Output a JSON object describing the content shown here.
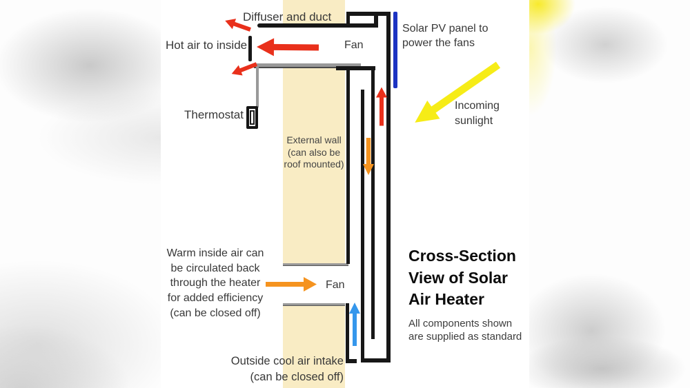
{
  "diagram": {
    "title_lines": [
      "Cross-Section",
      "View of Solar",
      "Air Heater"
    ],
    "subtitle_lines": [
      "All components shown",
      "are supplied as standard"
    ],
    "labels": {
      "diffuser": "Diffuser and duct",
      "hot_air": "Hot air to inside",
      "fan_top": "Fan",
      "solar_pv_lines": [
        "Solar PV panel to",
        "power the fans"
      ],
      "sunlight_lines": [
        "Incoming",
        "sunlight"
      ],
      "thermostat": "Thermostat",
      "external_wall_lines": [
        "External wall",
        "(can also be",
        "roof mounted)"
      ],
      "warm_air_lines": [
        "Warm inside air can",
        "be circulated back",
        "through the heater",
        "for added efficiency",
        "(can be closed off)"
      ],
      "fan_bottom": "Fan",
      "intake_lines": [
        "Outside cool air intake",
        "(can be closed off)"
      ]
    },
    "colors": {
      "hot_air_red": "#e9301b",
      "warm_air_orange": "#f5931f",
      "cool_air_blue": "#3597ec",
      "sunlight_yellow": "#f6ec17",
      "pv_panel_blue": "#1c33c2",
      "wall_cream": "#f9ecc4",
      "structure_black": "#171717",
      "metal_gray": "#999999",
      "label_gray": "#383838"
    }
  }
}
